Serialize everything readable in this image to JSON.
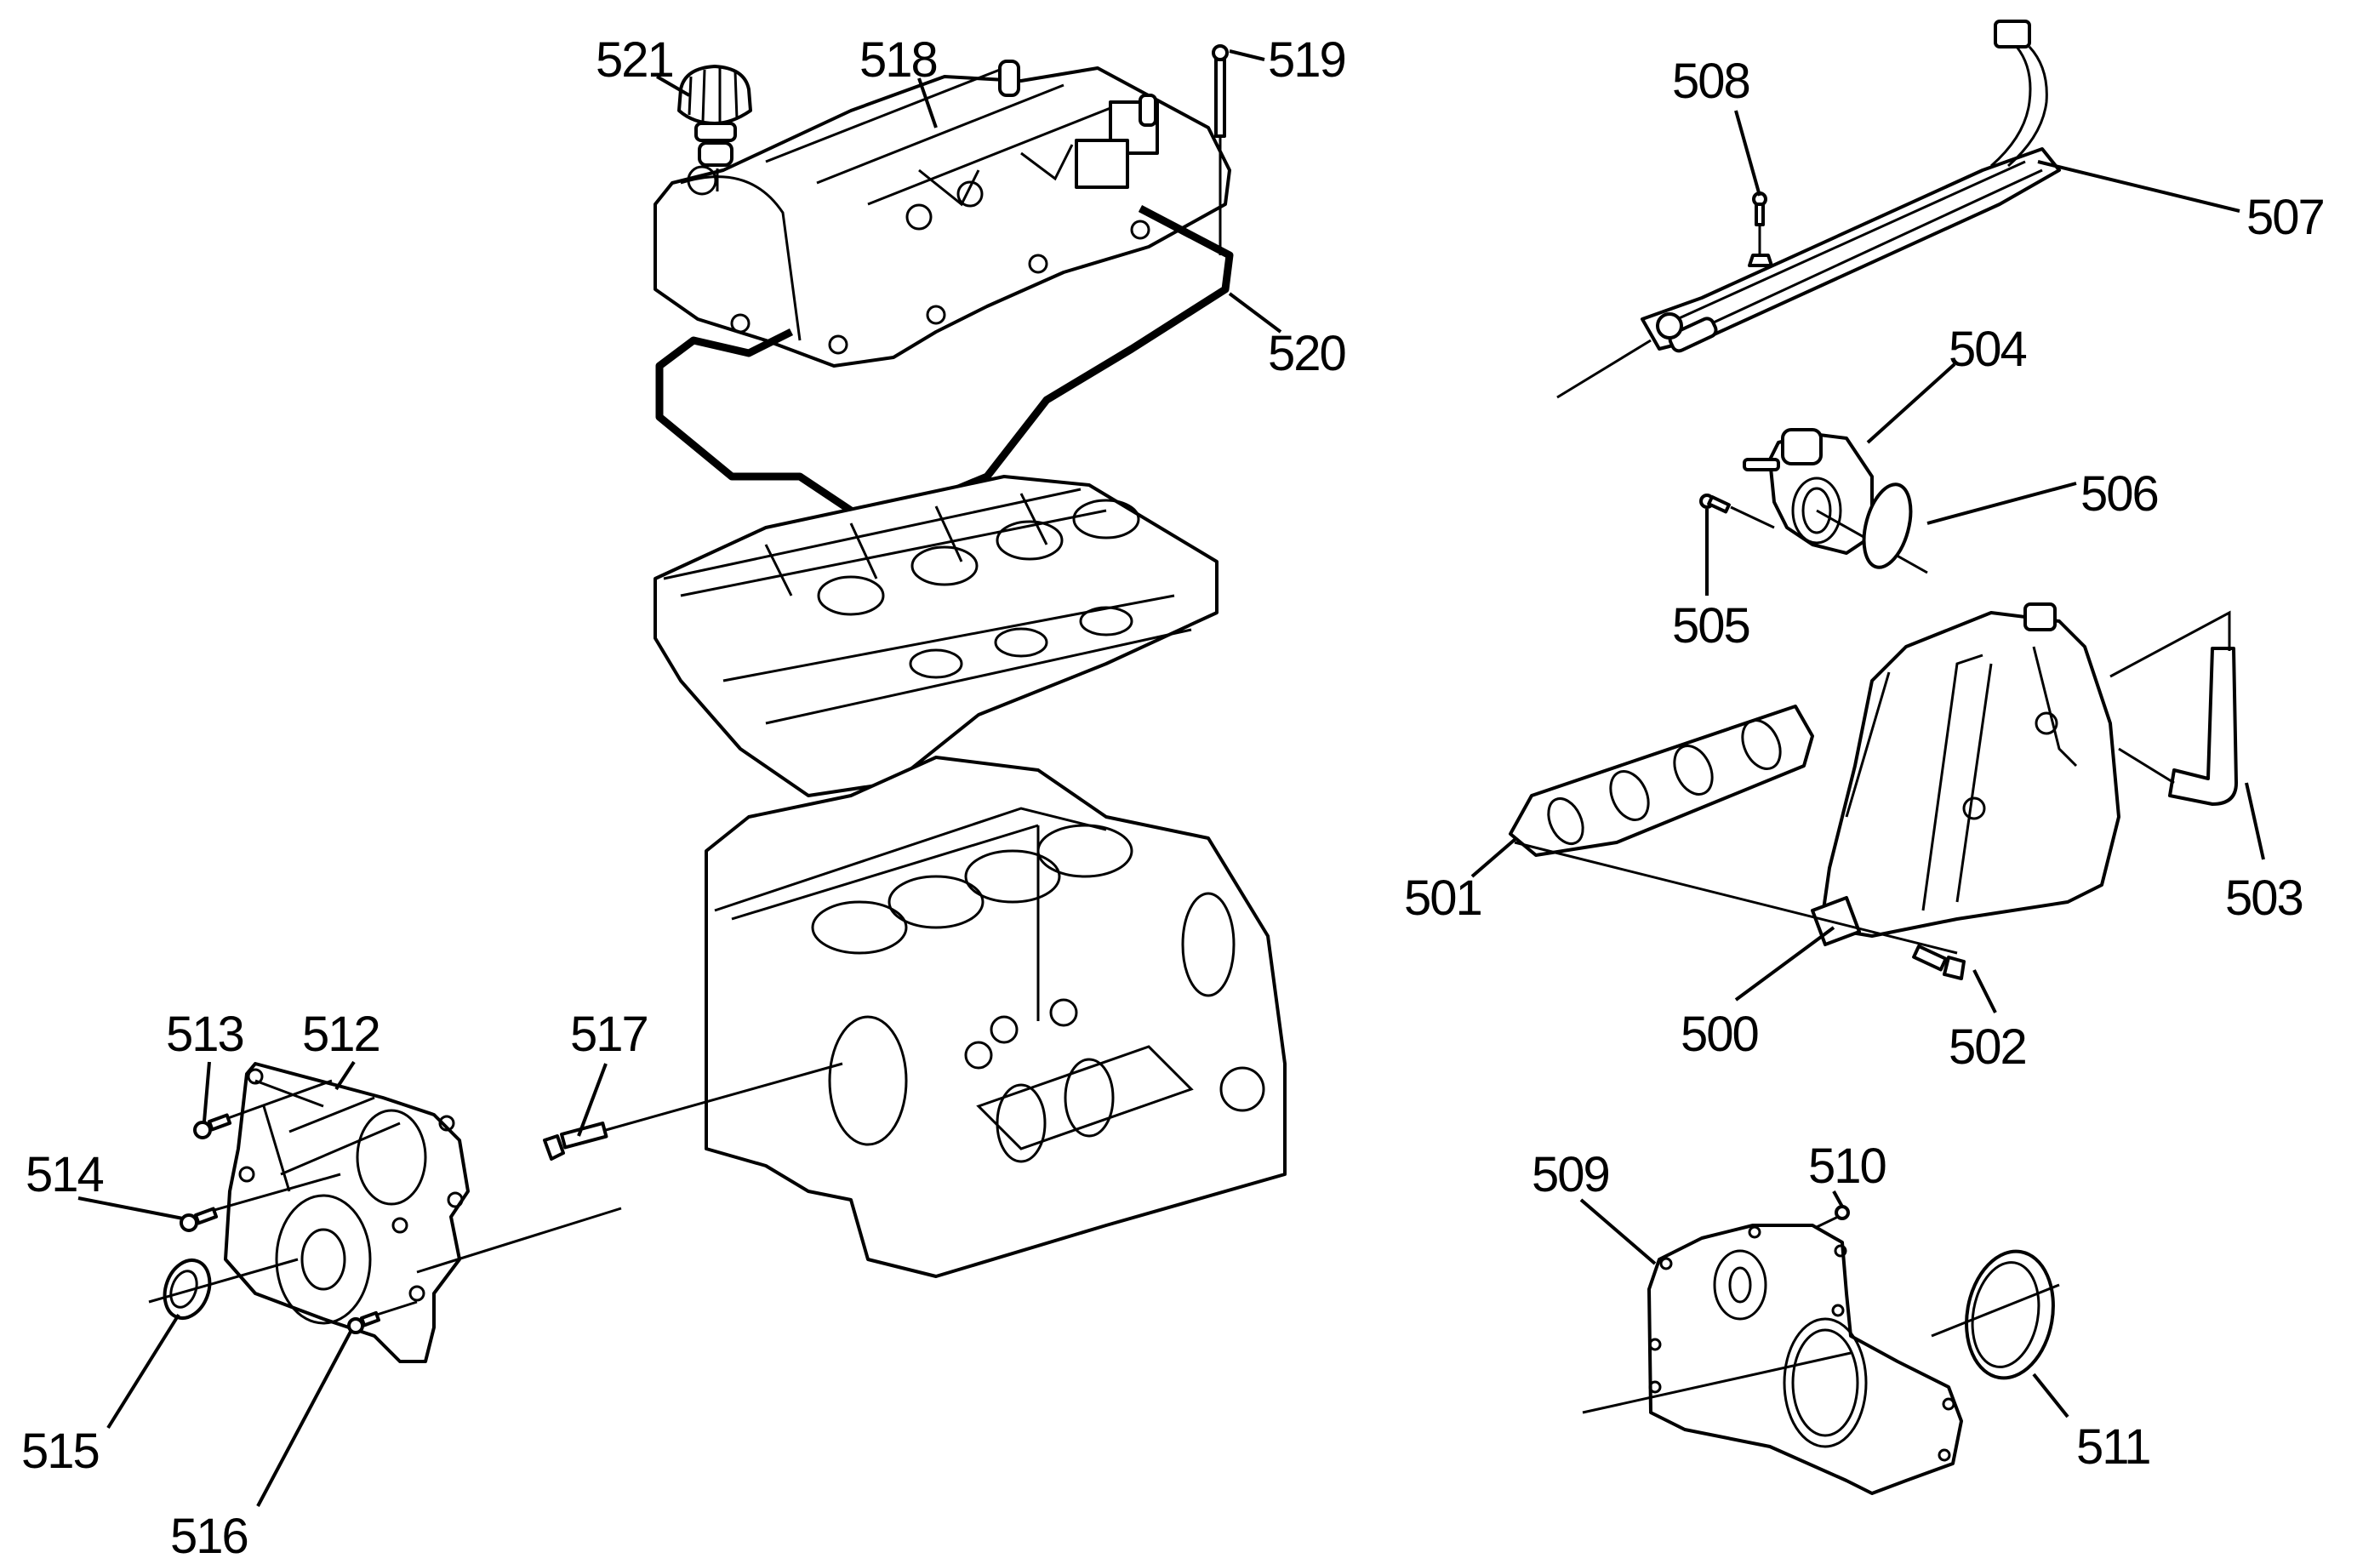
{
  "diagram": {
    "type": "exploded-parts-view",
    "subject": "engine components",
    "background_color": "#ffffff",
    "line_color": "#000000",
    "callouts": [
      {
        "id": "500",
        "label": "500",
        "part": "intake-manifold"
      },
      {
        "id": "501",
        "label": "501",
        "part": "intake-manifold-gasket"
      },
      {
        "id": "502",
        "label": "502",
        "part": "intake-manifold-bolt"
      },
      {
        "id": "503",
        "label": "503",
        "part": "vent-hose"
      },
      {
        "id": "504",
        "label": "504",
        "part": "throttle-body"
      },
      {
        "id": "505",
        "label": "505",
        "part": "throttle-body-bolt"
      },
      {
        "id": "506",
        "label": "506",
        "part": "throttle-body-seal"
      },
      {
        "id": "507",
        "label": "507",
        "part": "fuel-rail-and-injectors"
      },
      {
        "id": "508",
        "label": "508",
        "part": "fuel-rail-bolt"
      },
      {
        "id": "509",
        "label": "509",
        "part": "rear-cover"
      },
      {
        "id": "510",
        "label": "510",
        "part": "rear-cover-bolt"
      },
      {
        "id": "511",
        "label": "511",
        "part": "rear-crankshaft-seal"
      },
      {
        "id": "512",
        "label": "512",
        "part": "front-cover"
      },
      {
        "id": "513",
        "label": "513",
        "part": "front-cover-bolt-upper"
      },
      {
        "id": "514",
        "label": "514",
        "part": "front-cover-bolt-middle"
      },
      {
        "id": "515",
        "label": "515",
        "part": "front-crankshaft-seal"
      },
      {
        "id": "516",
        "label": "516",
        "part": "front-cover-bolt-lower"
      },
      {
        "id": "517",
        "label": "517",
        "part": "block-bolt"
      },
      {
        "id": "518",
        "label": "518",
        "part": "camshaft-cover"
      },
      {
        "id": "519",
        "label": "519",
        "part": "camshaft-cover-bolt"
      },
      {
        "id": "520",
        "label": "520",
        "part": "camshaft-cover-gasket"
      },
      {
        "id": "521",
        "label": "521",
        "part": "oil-fill-cap"
      }
    ]
  }
}
